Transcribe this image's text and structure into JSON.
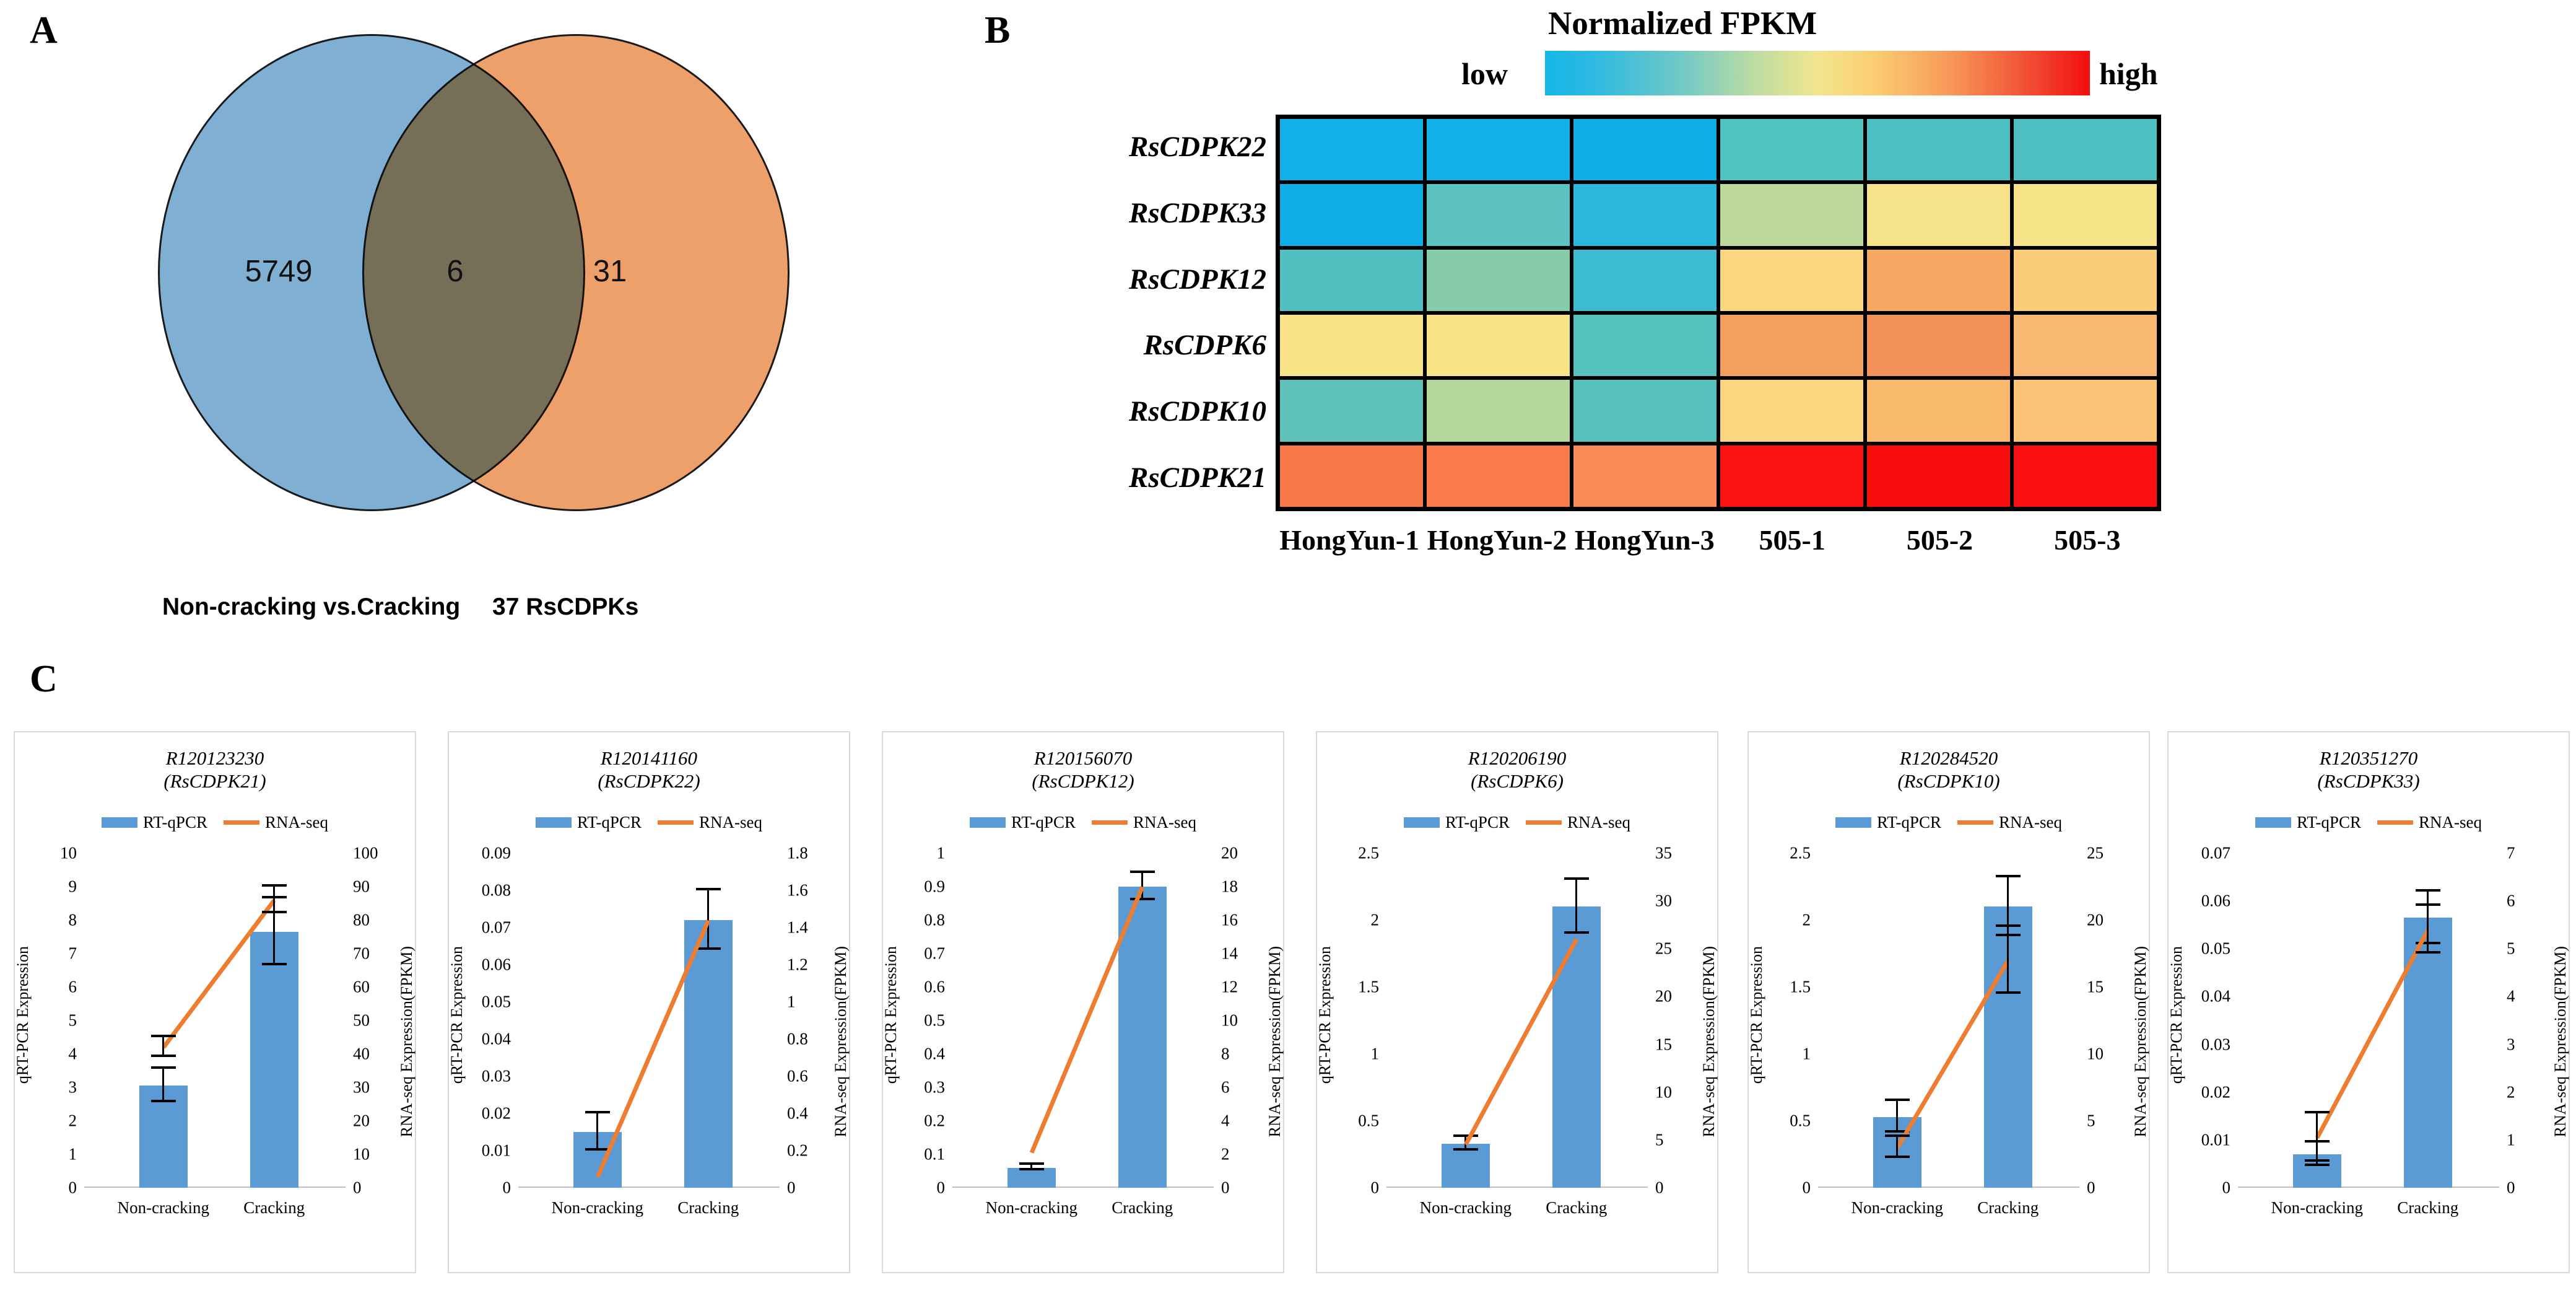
{
  "panels": {
    "a_letter": "A",
    "b_letter": "B",
    "c_letter": "C"
  },
  "venn": {
    "left_value": "5749",
    "intersection_value": "6",
    "right_value": "31",
    "left_caption": "Non-cracking vs.Cracking",
    "right_caption": "37 RsCDPKs",
    "left_color": "#7fb0d3",
    "right_color": "#eea06a",
    "overlap_color": "#b5805f"
  },
  "heatmap": {
    "colorbar_title": "Normalized FPKM",
    "low_label": "low",
    "high_label": "high",
    "colorbar_gradient": [
      "#16b6e8",
      "#6cc7c9",
      "#b9dca3",
      "#f2e58e",
      "#f79a59",
      "#f40d0d"
    ],
    "rows": [
      "RsCDPK22",
      "RsCDPK33",
      "RsCDPK12",
      "RsCDPK6",
      "RsCDPK10",
      "RsCDPK21"
    ],
    "columns": [
      "HongYun-1",
      "HongYun-2",
      "HongYun-3",
      "505-1",
      "505-2",
      "505-3"
    ],
    "cell_colors": [
      [
        "#12b0e8",
        "#12b0e8",
        "#10aee6",
        "#50c2c2",
        "#4cc0c2",
        "#4ebfc0"
      ],
      [
        "#0fade8",
        "#5dc3c0",
        "#2bb6dd",
        "#bcd99b",
        "#f6e389",
        "#f7e489"
      ],
      [
        "#51c0c1",
        "#86ccab",
        "#3dbbcf",
        "#fbd680",
        "#f6a862",
        "#fbcd79"
      ],
      [
        "#f8e487",
        "#f8e487",
        "#55c1bd",
        "#f59f5c",
        "#f39258",
        "#fab972"
      ],
      [
        "#5ec2bb",
        "#b5d79d",
        "#57c0bd",
        "#fbd57f",
        "#f8b96d",
        "#fbc477"
      ],
      [
        "#f8784a",
        "#f97b4c",
        "#fa8a56",
        "#f91212",
        "#f80d0d",
        "#f90f0f"
      ]
    ]
  },
  "charts": [
    {
      "title_line1": "R120123230",
      "title_line2": "(RsCDPK21)",
      "legend": [
        "RT-qPCR",
        "RNA-seq"
      ],
      "ylabel_left": "qRT-PCR Expression",
      "ylabel_right": "RNA-seq Expression(FPKM)",
      "categories": [
        "Non-cracking",
        "Cracking"
      ],
      "left_ticks": [
        "0",
        "1",
        "2",
        "3",
        "4",
        "5",
        "6",
        "7",
        "8",
        "9",
        "10"
      ],
      "right_ticks": [
        "0",
        "10",
        "20",
        "30",
        "40",
        "50",
        "60",
        "70",
        "80",
        "90",
        "100"
      ],
      "left_max": 10,
      "right_max": 100,
      "bars": [
        3.05,
        7.65
      ],
      "bar_err": [
        0.5,
        1.0
      ],
      "line": [
        42,
        86
      ],
      "line_err": [
        3,
        4
      ]
    },
    {
      "title_line1": "R120141160",
      "title_line2": "(RsCDPK22)",
      "legend": [
        "RT-qPCR",
        "RNA-seq"
      ],
      "ylabel_left": "qRT-PCR Expression",
      "ylabel_right": "RNA-seq Expression(FPKM)",
      "categories": [
        "Non-cracking",
        "Cracking"
      ],
      "left_ticks": [
        "0",
        "0.01",
        "0.02",
        "0.03",
        "0.04",
        "0.05",
        "0.06",
        "0.07",
        "0.08",
        "0.09"
      ],
      "right_ticks": [
        "0",
        "0.2",
        "0.4",
        "0.6",
        "0.8",
        "1",
        "1.2",
        "1.4",
        "1.6",
        "1.8"
      ],
      "left_max": 0.09,
      "right_max": 1.8,
      "bars": [
        0.015,
        0.072
      ],
      "bar_err": [
        0.005,
        0.008
      ],
      "line": [
        0.06,
        1.44
      ],
      "line_err": [
        0,
        0
      ]
    },
    {
      "title_line1": "R120156070",
      "title_line2": "(RsCDPK12)",
      "legend": [
        "RT-qPCR",
        "RNA-seq"
      ],
      "ylabel_left": "qRT-PCR Expression",
      "ylabel_right": "RNA-seq Expression(FPKM)",
      "categories": [
        "Non-cracking",
        "Cracking"
      ],
      "left_ticks": [
        "0",
        "0.1",
        "0.2",
        "0.3",
        "0.4",
        "0.5",
        "0.6",
        "0.7",
        "0.8",
        "0.9",
        "1"
      ],
      "right_ticks": [
        "0",
        "2",
        "4",
        "6",
        "8",
        "10",
        "12",
        "14",
        "16",
        "18",
        "20"
      ],
      "left_max": 1,
      "right_max": 20,
      "bars": [
        0.06,
        0.9
      ],
      "bar_err": [
        0.008,
        0.04
      ],
      "line": [
        2.1,
        18.0
      ],
      "line_err": [
        0,
        0
      ]
    },
    {
      "title_line1": "R120206190",
      "title_line2": "(RsCDPK6)",
      "legend": [
        "RT-qPCR",
        "RNA-seq"
      ],
      "ylabel_left": "qRT-PCR Expression",
      "ylabel_right": "RNA-seq Expression(FPKM)",
      "categories": [
        "Non-cracking",
        "Cracking"
      ],
      "left_ticks": [
        "0",
        "0.5",
        "1",
        "1.5",
        "2",
        "2.5"
      ],
      "right_ticks": [
        "0",
        "5",
        "10",
        "15",
        "20",
        "25",
        "30",
        "35"
      ],
      "left_max": 2.5,
      "right_max": 35,
      "bars": [
        0.33,
        2.1
      ],
      "bar_err": [
        0.05,
        0.2
      ],
      "line": [
        4.5,
        26.0
      ],
      "line_err": [
        0,
        0
      ]
    },
    {
      "title_line1": "R120284520",
      "title_line2": "(RsCDPK10)",
      "legend": [
        "RT-qPCR",
        "RNA-seq"
      ],
      "ylabel_left": "qRT-PCR Expression",
      "ylabel_right": "RNA-seq Expression(FPKM)",
      "categories": [
        "Non-cracking",
        "Cracking"
      ],
      "left_ticks": [
        "0",
        "0.5",
        "1",
        "1.5",
        "2",
        "2.5"
      ],
      "right_ticks": [
        "0",
        "5",
        "10",
        "15",
        "20",
        "25"
      ],
      "left_max": 2.5,
      "right_max": 25,
      "bars": [
        0.53,
        2.1
      ],
      "bar_err": [
        0.12,
        0.22
      ],
      "line": [
        3.0,
        17.0
      ],
      "line_err": [
        0.8,
        2.5
      ]
    },
    {
      "title_line1": "R120351270",
      "title_line2": "(RsCDPK33)",
      "legend": [
        "RT-qPCR",
        "RNA-seq"
      ],
      "ylabel_left": "qRT-PCR Expression",
      "ylabel_right": "RNA-seq Expression(FPKM)",
      "categories": [
        "Non-cracking",
        "Cracking"
      ],
      "left_ticks": [
        "0",
        "0.01",
        "0.02",
        "0.03",
        "0.04",
        "0.05",
        "0.06",
        "0.07"
      ],
      "right_ticks": [
        "0",
        "1",
        "2",
        "3",
        "4",
        "5",
        "6",
        "7"
      ],
      "left_max": 0.07,
      "right_max": 7,
      "bars": [
        0.007,
        0.0565
      ],
      "bar_err": [
        0.0025,
        0.0055
      ],
      "line": [
        1.05,
        5.4
      ],
      "line_err": [
        0.5,
        0.5
      ]
    }
  ],
  "chart_data": {
    "type": "bar",
    "title": "Validation of RsCDPK expression: RT-qPCR vs RNA-seq",
    "categories": [
      "Non-cracking",
      "Cracking"
    ],
    "xlabel": "",
    "ylabel": "qRT-PCR Expression",
    "ylabel2": "RNA-seq Expression(FPKM)",
    "legend": [
      "RT-qPCR",
      "RNA-seq"
    ],
    "legend_position": "top-center",
    "grid": false,
    "subplots": [
      {
        "name": "R120123230 (RsCDPK21)",
        "ylim": [
          0,
          10
        ],
        "ylim2": [
          0,
          100
        ],
        "bar_values": [
          3.05,
          7.65
        ],
        "bar_errors": [
          0.5,
          1.0
        ],
        "line_values": [
          42,
          86
        ],
        "line_errors": [
          3,
          4
        ]
      },
      {
        "name": "R120141160 (RsCDPK22)",
        "ylim": [
          0,
          0.09
        ],
        "ylim2": [
          0,
          1.8
        ],
        "bar_values": [
          0.015,
          0.072
        ],
        "bar_errors": [
          0.005,
          0.008
        ],
        "line_values": [
          0.06,
          1.44
        ],
        "line_errors": [
          0,
          0
        ]
      },
      {
        "name": "R120156070 (RsCDPK12)",
        "ylim": [
          0,
          1
        ],
        "ylim2": [
          0,
          20
        ],
        "bar_values": [
          0.06,
          0.9
        ],
        "bar_errors": [
          0.008,
          0.04
        ],
        "line_values": [
          2.1,
          18.0
        ],
        "line_errors": [
          0,
          0
        ]
      },
      {
        "name": "R120206190 (RsCDPK6)",
        "ylim": [
          0,
          2.5
        ],
        "ylim2": [
          0,
          35
        ],
        "bar_values": [
          0.33,
          2.1
        ],
        "bar_errors": [
          0.05,
          0.2
        ],
        "line_values": [
          4.5,
          26.0
        ],
        "line_errors": [
          0,
          0
        ]
      },
      {
        "name": "R120284520 (RsCDPK10)",
        "ylim": [
          0,
          2.5
        ],
        "ylim2": [
          0,
          25
        ],
        "bar_values": [
          0.53,
          2.1
        ],
        "bar_errors": [
          0.12,
          0.22
        ],
        "line_values": [
          3.0,
          17.0
        ],
        "line_errors": [
          0.8,
          2.5
        ]
      },
      {
        "name": "R120351270 (RsCDPK33)",
        "ylim": [
          0,
          0.07
        ],
        "ylim2": [
          0,
          7
        ],
        "bar_values": [
          0.007,
          0.0565
        ],
        "bar_errors": [
          0.0025,
          0.0055
        ],
        "line_values": [
          1.05,
          5.4
        ],
        "line_errors": [
          0.5,
          0.5
        ]
      }
    ]
  },
  "venn_data": {
    "type": "venn",
    "sets": [
      "Non-cracking vs.Cracking",
      "37 RsCDPKs"
    ],
    "only_a": 5749,
    "only_b": 31,
    "intersection": 6
  },
  "heatmap_data": {
    "type": "heatmap",
    "title": "Normalized FPKM",
    "rows": [
      "RsCDPK22",
      "RsCDPK33",
      "RsCDPK12",
      "RsCDPK6",
      "RsCDPK10",
      "RsCDPK21"
    ],
    "columns": [
      "HongYun-1",
      "HongYun-2",
      "HongYun-3",
      "505-1",
      "505-2",
      "505-3"
    ],
    "scale_low": "low",
    "scale_high": "high",
    "values": [
      [
        0.05,
        0.05,
        0.04,
        0.22,
        0.21,
        0.22
      ],
      [
        0.03,
        0.28,
        0.12,
        0.48,
        0.6,
        0.6
      ],
      [
        0.23,
        0.38,
        0.17,
        0.66,
        0.76,
        0.67
      ],
      [
        0.6,
        0.6,
        0.24,
        0.79,
        0.82,
        0.71
      ],
      [
        0.26,
        0.45,
        0.25,
        0.67,
        0.73,
        0.7
      ],
      [
        0.86,
        0.86,
        0.83,
        0.99,
        1.0,
        0.99
      ]
    ]
  }
}
